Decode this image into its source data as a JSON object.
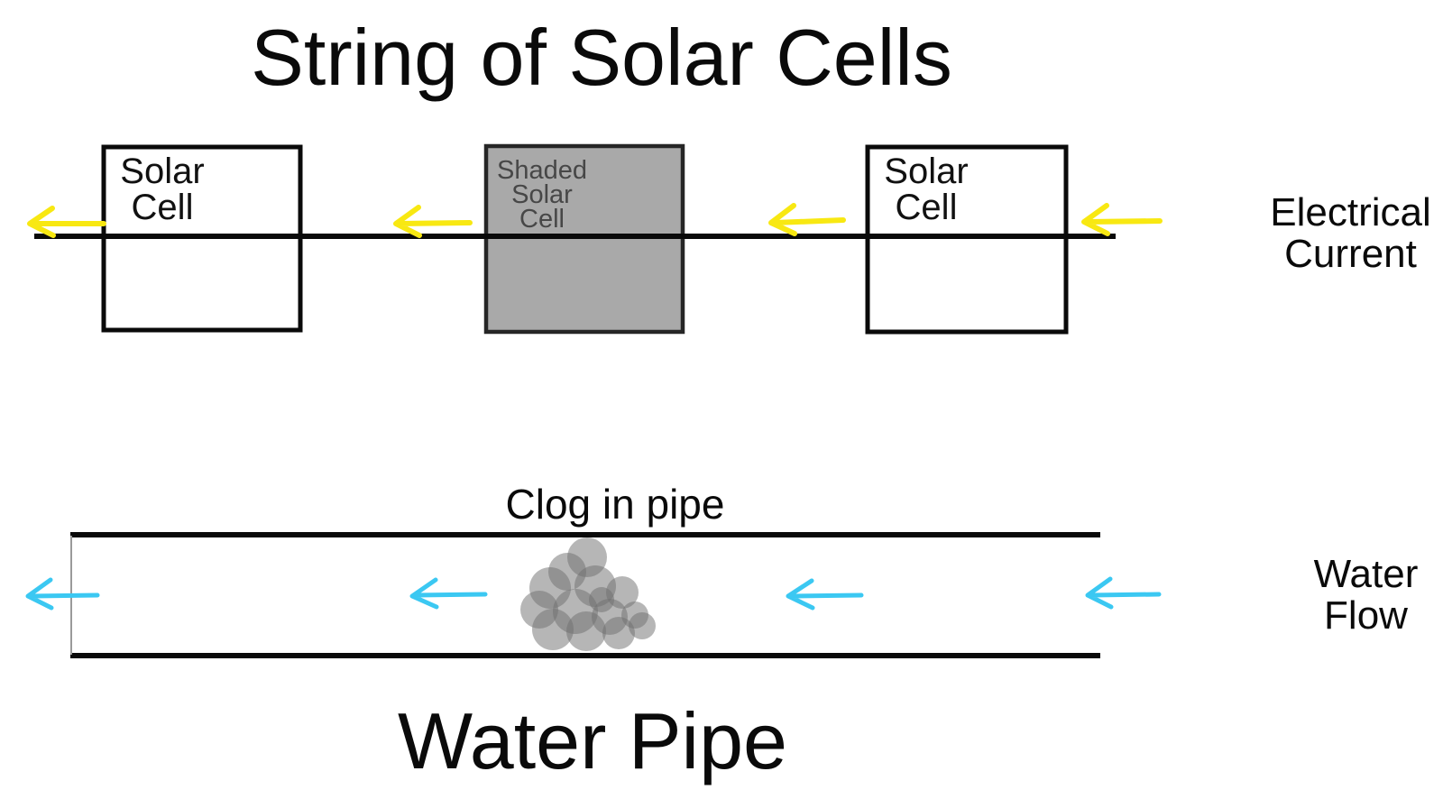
{
  "titles": {
    "top": "String of Solar Cells",
    "bottom": "Water Pipe"
  },
  "cells": [
    {
      "kind": "solar",
      "lines": [
        "Solar",
        "Cell"
      ]
    },
    {
      "kind": "shaded",
      "lines": [
        "Shaded",
        "Solar",
        "Cell"
      ]
    },
    {
      "kind": "solar",
      "lines": [
        "Solar",
        "Cell"
      ]
    }
  ],
  "side_labels": {
    "electrical": [
      "Electrical",
      "Current"
    ],
    "water": [
      "Water",
      "Flow"
    ]
  },
  "clog_label": "Clog in pipe",
  "icons": {
    "electrical_arrows": "left-arrow-icon-yellow",
    "water_arrows": "left-arrow-icon-cyan"
  },
  "colors": {
    "electric_arrow_yellow": "#F8E812",
    "water_arrow_cyan": "#3BC8F2",
    "shaded_cell_fill": "#A9A9A9",
    "shaded_cell_border": "#262626",
    "shaded_cell_text": "#474747",
    "wire_black": "#0A0A0A",
    "clog_gray": "#6E6E6E"
  }
}
